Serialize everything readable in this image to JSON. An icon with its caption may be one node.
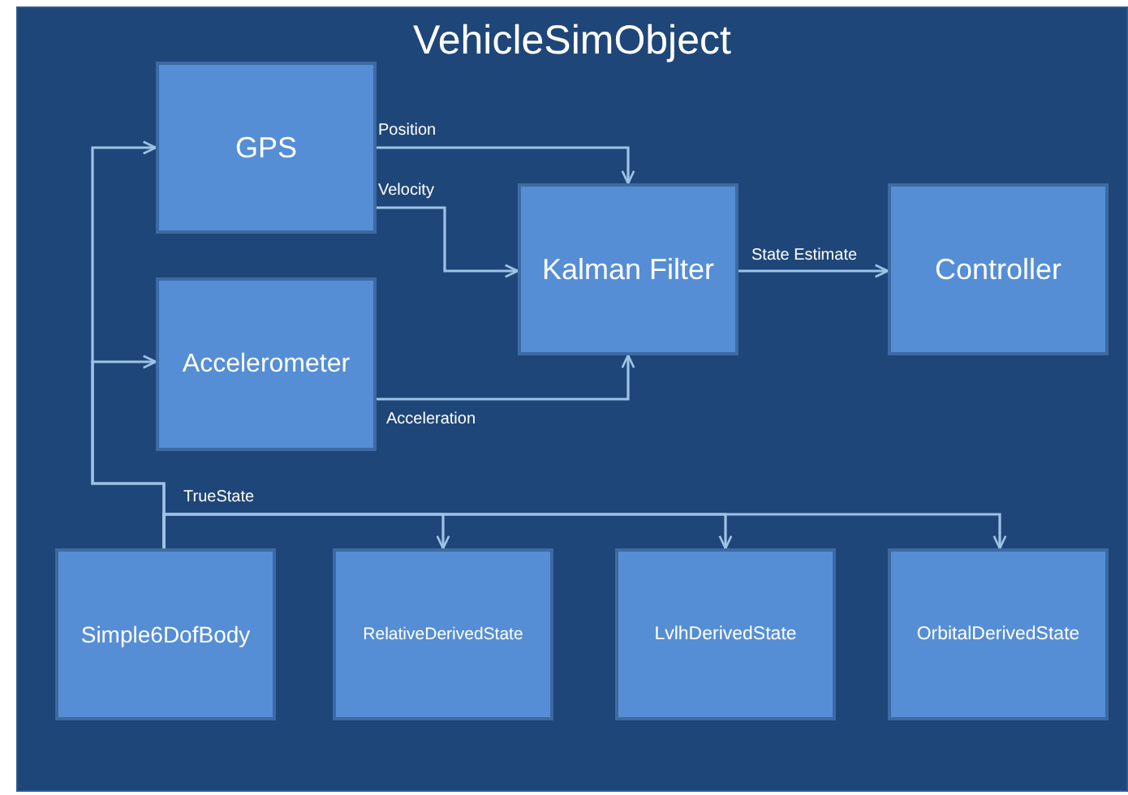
{
  "diagram": {
    "nodes": [
      {
        "text": [
          "VehicleSimObject"
        ]
      },
      {
        "text": [
          "GPS"
        ],
        "in": 0
      },
      {
        "text": [
          "Accelerometer"
        ],
        "in": 0
      },
      {
        "text": [
          "Kalman Filter"
        ],
        "in": 0
      },
      {
        "text": [
          "Controller"
        ],
        "in": 0
      },
      {
        "text": [
          "Simple6DofBody"
        ],
        "in": 0
      },
      {
        "text": [
          "RelativeDerivedState"
        ],
        "in": 0
      },
      {
        "text": [
          "LvlhDerivedState"
        ],
        "in": 0
      },
      {
        "text": [
          "OrbitalDerivedState"
        ],
        "in": 0
      }
    ],
    "edges": [
      {
        "from": 1,
        "to": 3,
        "arrow": "to",
        "label": "Position"
      },
      {
        "from": 1,
        "to": 3,
        "arrow": "to",
        "label": "Velocity"
      },
      {
        "from": 2,
        "to": 3,
        "arrow": "to",
        "label": "Acceleration"
      },
      {
        "from": 3,
        "to": 4,
        "arrow": "to",
        "label": "State Estimate"
      },
      {
        "from": 5,
        "to": 1,
        "arrow": "to"
      },
      {
        "from": 5,
        "to": 2,
        "arrow": "to"
      },
      {
        "from": 5,
        "to": 6,
        "arrow": "to",
        "label": "TrueState"
      },
      {
        "from": 5,
        "to": 7,
        "arrow": "to"
      },
      {
        "from": 5,
        "to": 8,
        "arrow": "to"
      }
    ]
  }
}
